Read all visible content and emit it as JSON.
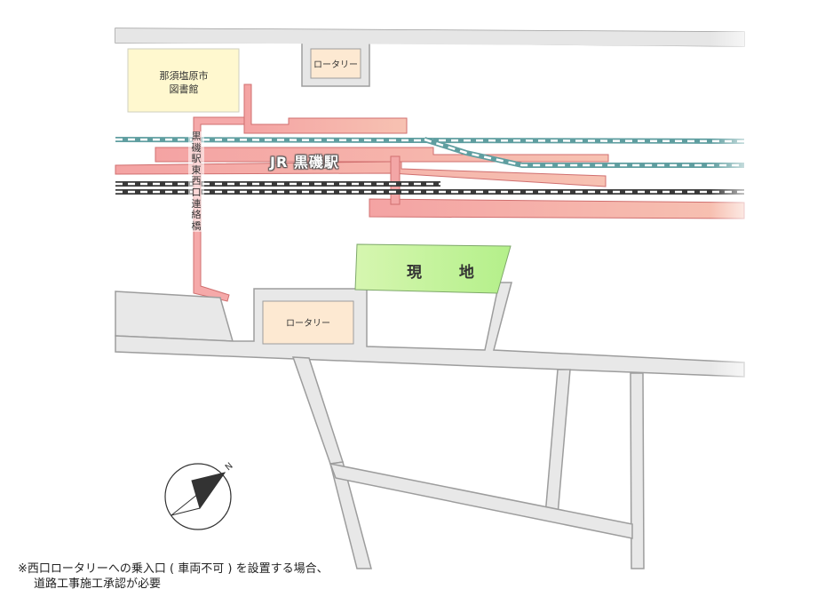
{
  "map": {
    "library_label_line1": "那須塩原市",
    "library_label_line2": "図書館",
    "rotary_north_label": "ロータリー",
    "rotary_south_label": "ロータリー",
    "station_label": "JR 黒磯駅",
    "bridge_label": "黒磯駅東西口連絡橋",
    "site_label": "現 地",
    "compass_letter": "N"
  },
  "note": {
    "line1": "※西口ロータリーへの乗入口 ( 車両不可 ) を設置する場合、",
    "line2": "道路工事施工承認が必要"
  },
  "colors": {
    "road_fill": "#e9e9e9",
    "road_edge": "#9b9b9b",
    "station_pink": "#f3a0a0",
    "site_green": "#c8f59a",
    "library_fill": "#fff8cf",
    "rotary_fill": "#fde9d2"
  }
}
